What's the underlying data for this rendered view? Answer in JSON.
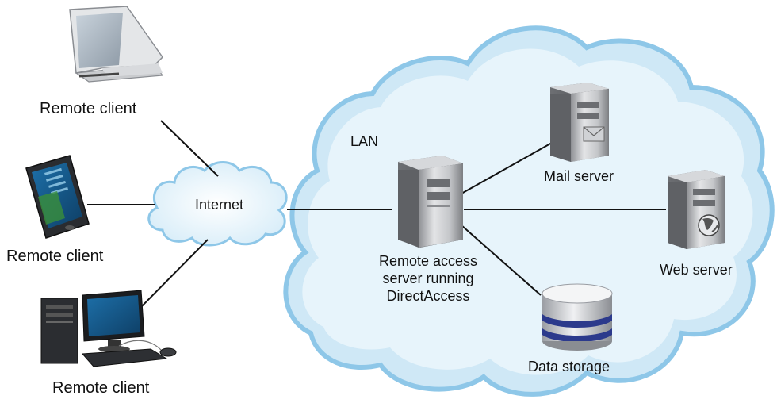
{
  "clients": {
    "laptop_label": "Remote client",
    "phone_label": "Remote client",
    "desktop_label": "Remote client"
  },
  "internet": {
    "label": "Internet"
  },
  "lan": {
    "label": "LAN",
    "remote_access": {
      "line1": "Remote access",
      "line2": "server running",
      "line3": "DirectAccess"
    },
    "mail_server": {
      "label": "Mail server"
    },
    "web_server": {
      "label": "Web server"
    },
    "data_storage": {
      "label": "Data storage"
    }
  },
  "colors": {
    "cloud_fill": "#cfe8f6",
    "cloud_edge": "#8ec7e8",
    "server_body": "#b9bbbf",
    "db_band": "#2c3a8c",
    "line": "#111111"
  }
}
